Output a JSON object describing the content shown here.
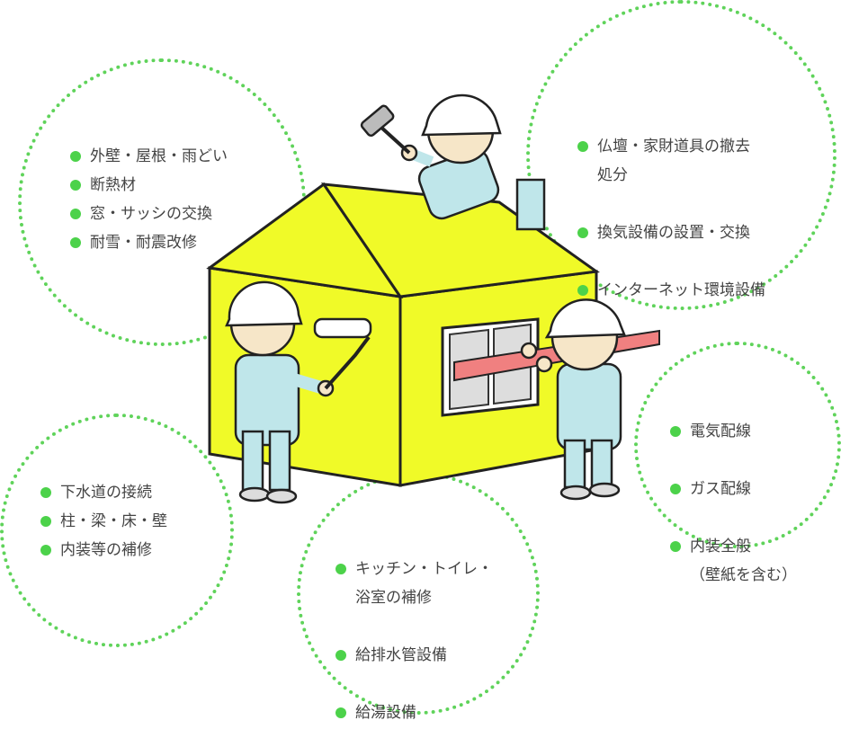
{
  "colors": {
    "accent": "#4cd24a",
    "house": "#f0fa28",
    "uniform": "#bfe6ea",
    "beam": "#f08080"
  },
  "groups": {
    "exterior": {
      "items": [
        "外壁・屋根・雨どい",
        "断熱材",
        "窓・サッシの交換",
        "耐雪・耐震改修"
      ]
    },
    "interior_equipment": {
      "items": [
        "仏壇・家財道具の撤去\n処分",
        "換気設備の設置・交換",
        "インターネット環境設備"
      ]
    },
    "electric": {
      "items": [
        "電気配線",
        "ガス配線",
        "内装全般\n（壁紙を含む）"
      ]
    },
    "sewer": {
      "items": [
        "下水道の接続",
        "柱・梁・床・壁",
        "内装等の補修"
      ]
    },
    "water": {
      "items": [
        "キッチン・トイレ・\n浴室の補修",
        "給排水管設備",
        "給湯設備"
      ]
    }
  }
}
